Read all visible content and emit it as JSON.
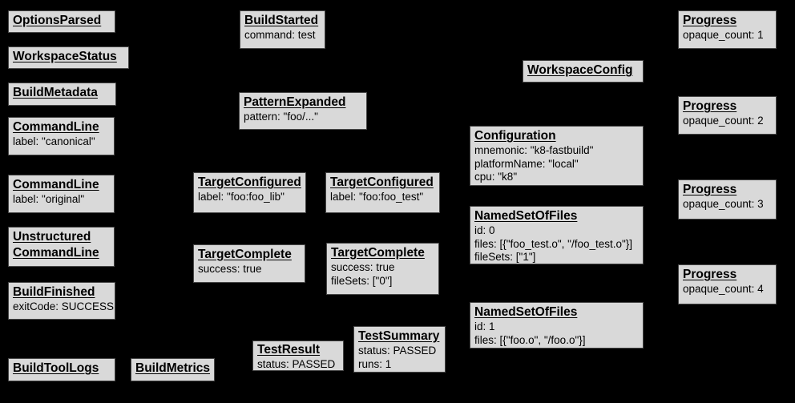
{
  "diagram": {
    "description": "Build event protocol event graph",
    "background_color": "#000000",
    "box_fill_color": "#d9d9d9",
    "box_border_color": "#464646",
    "text_color": "#000000"
  },
  "nodes": {
    "options_parsed": {
      "title": "OptionsParsed",
      "lines": []
    },
    "workspace_status": {
      "title": "WorkspaceStatus",
      "lines": []
    },
    "build_metadata": {
      "title": "BuildMetadata",
      "lines": []
    },
    "command_line_canonical": {
      "title": "CommandLine",
      "lines": [
        "label: \"canonical\""
      ]
    },
    "command_line_original": {
      "title": "CommandLine",
      "lines": [
        "label: \"original\""
      ]
    },
    "unstructured_command_line": {
      "title_lines": [
        "Unstructured",
        "CommandLine"
      ],
      "lines": []
    },
    "build_finished": {
      "title": "BuildFinished",
      "lines": [
        "exitCode: SUCCESS"
      ]
    },
    "build_tool_logs": {
      "title": "BuildToolLogs",
      "lines": []
    },
    "build_metrics": {
      "title": "BuildMetrics",
      "lines": []
    },
    "build_started": {
      "title": "BuildStarted",
      "lines": [
        "command: test"
      ]
    },
    "pattern_expanded": {
      "title": "PatternExpanded",
      "lines": [
        "pattern: \"foo/...\""
      ]
    },
    "target_configured_lib": {
      "title": "TargetConfigured",
      "lines": [
        "label: \"foo:foo_lib\""
      ]
    },
    "target_configured_test": {
      "title": "TargetConfigured",
      "lines": [
        "label: \"foo:foo_test\""
      ]
    },
    "target_complete_lib": {
      "title": "TargetComplete",
      "lines": [
        "success: true"
      ]
    },
    "target_complete_test": {
      "title": "TargetComplete",
      "lines": [
        "success: true",
        "fileSets: [\"0\"]"
      ]
    },
    "test_result": {
      "title": "TestResult",
      "lines": [
        "status: PASSED"
      ]
    },
    "test_summary": {
      "title": "TestSummary",
      "lines": [
        "status: PASSED",
        "runs: 1"
      ]
    },
    "workspace_config": {
      "title": "WorkspaceConfig",
      "lines": []
    },
    "configuration": {
      "title": "Configuration",
      "lines": [
        "mnemonic: \"k8-fastbuild\"",
        "platformName: \"local\"",
        "cpu: \"k8\""
      ]
    },
    "named_set_of_files_0": {
      "title": "NamedSetOfFiles",
      "lines": [
        "id: 0",
        "files: [{\"foo_test.o\", \"/foo_test.o\"}]",
        "fileSets: [\"1\"]"
      ]
    },
    "named_set_of_files_1": {
      "title": "NamedSetOfFiles",
      "lines": [
        "id: 1",
        "files: [{\"foo.o\", \"/foo.o\"}]"
      ]
    },
    "progress_1": {
      "title": "Progress",
      "lines": [
        "opaque_count: 1"
      ]
    },
    "progress_2": {
      "title": "Progress",
      "lines": [
        "opaque_count: 2"
      ]
    },
    "progress_3": {
      "title": "Progress",
      "lines": [
        "opaque_count: 3"
      ]
    },
    "progress_4": {
      "title": "Progress",
      "lines": [
        "opaque_count: 4"
      ]
    }
  }
}
